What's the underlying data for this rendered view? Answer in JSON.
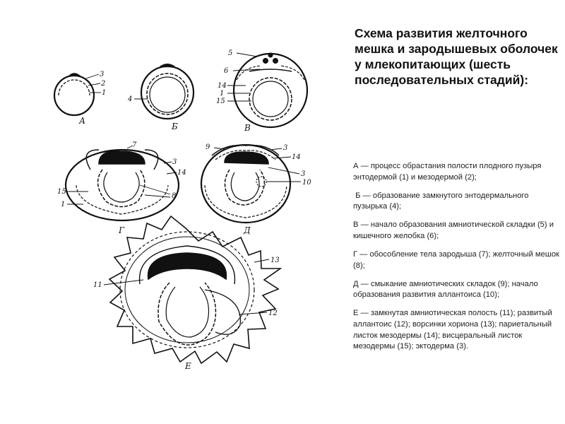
{
  "title": "Схема развития желточного мешка и зародышевых оболочек у млекопитающих (шесть последовательных стадий):",
  "captions": [
    "А — процесс обрастания полости плодного пузыря энтодермой (1) и мезодермой (2);",
    " Б — образование замкнутого энтодермального пузырька (4);",
    "В — начало образования амниотической складки (5) и кишечного желобка (6);",
    "Г — обособление тела зародыша (7); желточный мешок (8);",
    "Д — смыкание амниотических складок (9); начало образования развития аллантоиса (10);",
    "Е — замкнутая амниотическая полость (11); развитый аллантоис (12); ворсинки хориона (13); париетальный листок мезодермы (14); висцеральный листок мезодермы (15); эктодерма (3)."
  ],
  "stages": {
    "A": {
      "label": "А",
      "numbers": [
        "3",
        "2",
        "1"
      ]
    },
    "B": {
      "label": "Б",
      "numbers": [
        "4"
      ]
    },
    "V": {
      "label": "В",
      "numbers": [
        "5",
        "6",
        "14",
        "1",
        "15"
      ]
    },
    "G": {
      "label": "Г",
      "numbers": [
        "7",
        "3",
        "14",
        "15",
        "1",
        "8"
      ]
    },
    "D": {
      "label": "Д",
      "numbers": [
        "9",
        "3",
        "14",
        "3",
        "10"
      ]
    },
    "E": {
      "label": "Е",
      "numbers": [
        "13",
        "11",
        "12"
      ]
    }
  }
}
